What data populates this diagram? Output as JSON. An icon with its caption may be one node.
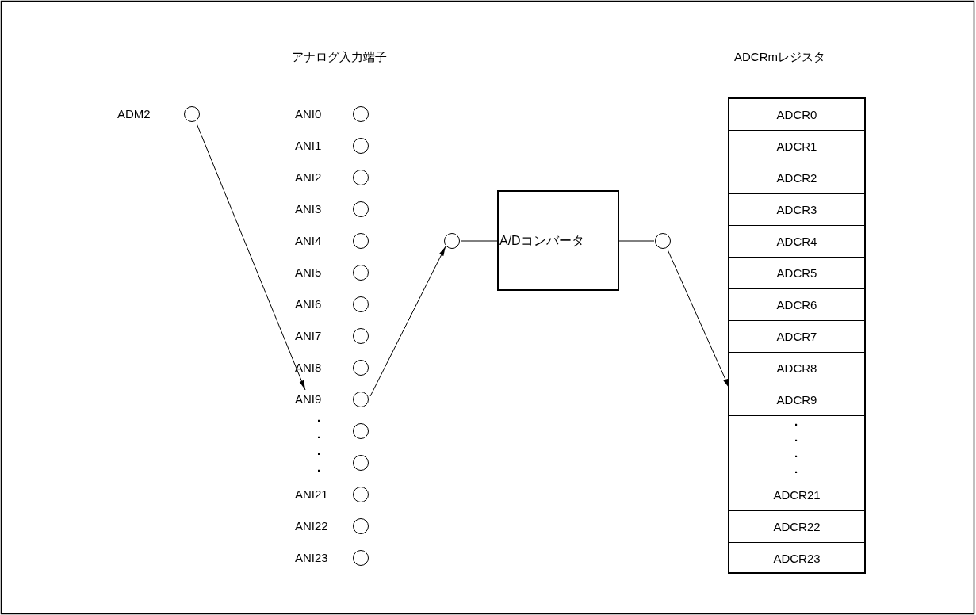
{
  "diagram": {
    "nodes": [
      {
        "text": [
          "ADM2"
        ]
      },
      {
        "text": [
          "ANI0"
        ]
      },
      {
        "text": [
          "ANI1"
        ]
      },
      {
        "text": [
          "ANI2"
        ]
      },
      {
        "text": [
          "ANI3"
        ]
      },
      {
        "text": [
          "ANI4"
        ]
      },
      {
        "text": [
          "ANI5"
        ]
      },
      {
        "text": [
          "ANI6"
        ]
      },
      {
        "text": [
          "ANI7"
        ]
      },
      {
        "text": [
          "ANI8"
        ]
      },
      {
        "text": [
          "ANI9"
        ]
      },
      {
        "text": [],
        "shape": "circle"
      },
      {
        "text": [],
        "shape": "circle"
      },
      {
        "text": [
          "ANI21"
        ]
      },
      {
        "text": [
          "ANI22"
        ]
      },
      {
        "text": [
          "ANI23"
        ]
      },
      {
        "text": [],
        "shape": "circle"
      },
      {
        "text": [
          "A/Dコンバータ"
        ]
      },
      {
        "text": [],
        "shape": "circle"
      },
      {
        "text": [
          "ADCRmレジスタ"
        ]
      },
      {
        "text": [
          "ADCR0"
        ],
        "in": 19
      },
      {
        "text": [
          "ADCR1"
        ],
        "in": 19
      },
      {
        "text": [
          "ADCR2"
        ],
        "in": 19
      },
      {
        "text": [
          "ADCR3"
        ],
        "in": 19
      },
      {
        "text": [
          "ADCR4"
        ],
        "in": 19
      },
      {
        "text": [
          "ADCR5"
        ],
        "in": 19
      },
      {
        "text": [
          "ADCR6"
        ],
        "in": 19
      },
      {
        "text": [
          "ADCR7"
        ],
        "in": 19
      },
      {
        "text": [
          "ADCR8"
        ],
        "in": 19
      },
      {
        "text": [
          "ADCR9"
        ],
        "in": 19
      },
      {
        "text": [],
        "shape": "box",
        "in": 19
      },
      {
        "text": [
          "ADCR21"
        ],
        "in": 19
      },
      {
        "text": [
          "ADCR22"
        ],
        "in": 19
      },
      {
        "text": [
          "ADCR23"
        ],
        "in": 19
      }
    ],
    "edges": [
      {
        "from": 0,
        "to": 10,
        "arrow": "to"
      },
      {
        "from": 10,
        "to": 16,
        "arrow": "to"
      },
      {
        "from": 16,
        "to": 17,
        "arrow": "none"
      },
      {
        "from": 17,
        "to": 18,
        "arrow": "none"
      },
      {
        "from": 18,
        "to": 29,
        "arrow": "to"
      }
    ],
    "labels": [
      "アナログ入力端子",
      ".",
      ".",
      ".",
      ".",
      ".",
      ".",
      ".",
      "."
    ]
  }
}
